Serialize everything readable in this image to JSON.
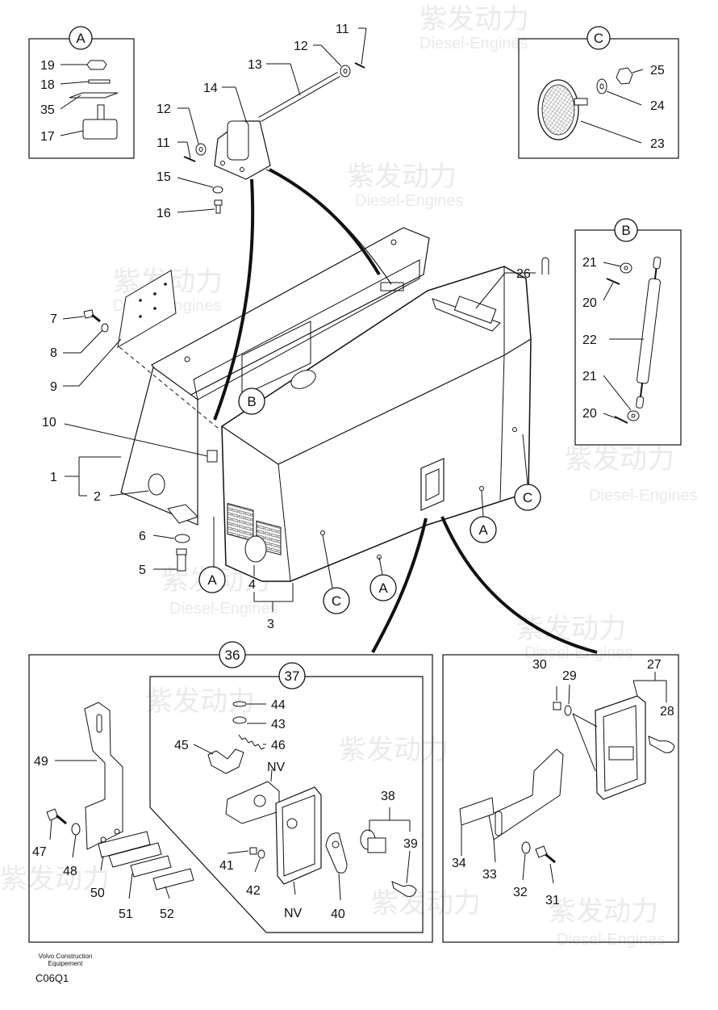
{
  "watermark": {
    "cn": "紫发动力",
    "en": "Diesel-Engines"
  },
  "views": {
    "A": "A",
    "B": "B",
    "C": "C"
  },
  "groups": {
    "g36": "36",
    "g37": "37"
  },
  "parts": {
    "p1": "1",
    "p2": "2",
    "p3": "3",
    "p4": "4",
    "p5": "5",
    "p6": "6",
    "p7": "7",
    "p8": "8",
    "p9": "9",
    "p10": "10",
    "p11a": "11",
    "p11b": "11",
    "p12a": "12",
    "p12b": "12",
    "p13": "13",
    "p14": "14",
    "p15": "15",
    "p16": "16",
    "p17": "17",
    "p18": "18",
    "p19": "19",
    "p20a": "20",
    "p20b": "20",
    "p21a": "21",
    "p21b": "21",
    "p22": "22",
    "p23": "23",
    "p24": "24",
    "p25": "25",
    "p26": "26",
    "p27": "27",
    "p28": "28",
    "p29": "29",
    "p30": "30",
    "p31": "31",
    "p32": "32",
    "p33": "33",
    "p34": "34",
    "p35": "35",
    "p38": "38",
    "p39": "39",
    "p40": "40",
    "p41": "41",
    "p42": "42",
    "p43": "43",
    "p44": "44",
    "p45": "45",
    "p46": "46",
    "p47": "47",
    "p48": "48",
    "p49": "49",
    "p50": "50",
    "p51": "51",
    "p52": "52",
    "nv1": "NV",
    "nv2": "NV"
  },
  "callouts": {
    "B_main": "B",
    "A_c1": "A",
    "A_c2": "A",
    "A_c3": "A",
    "C_c1": "C",
    "C_c2": "C"
  },
  "footer": {
    "maker_line1": "Volvo Construction",
    "maker_line2": "Equipement",
    "code": "C06Q1"
  }
}
